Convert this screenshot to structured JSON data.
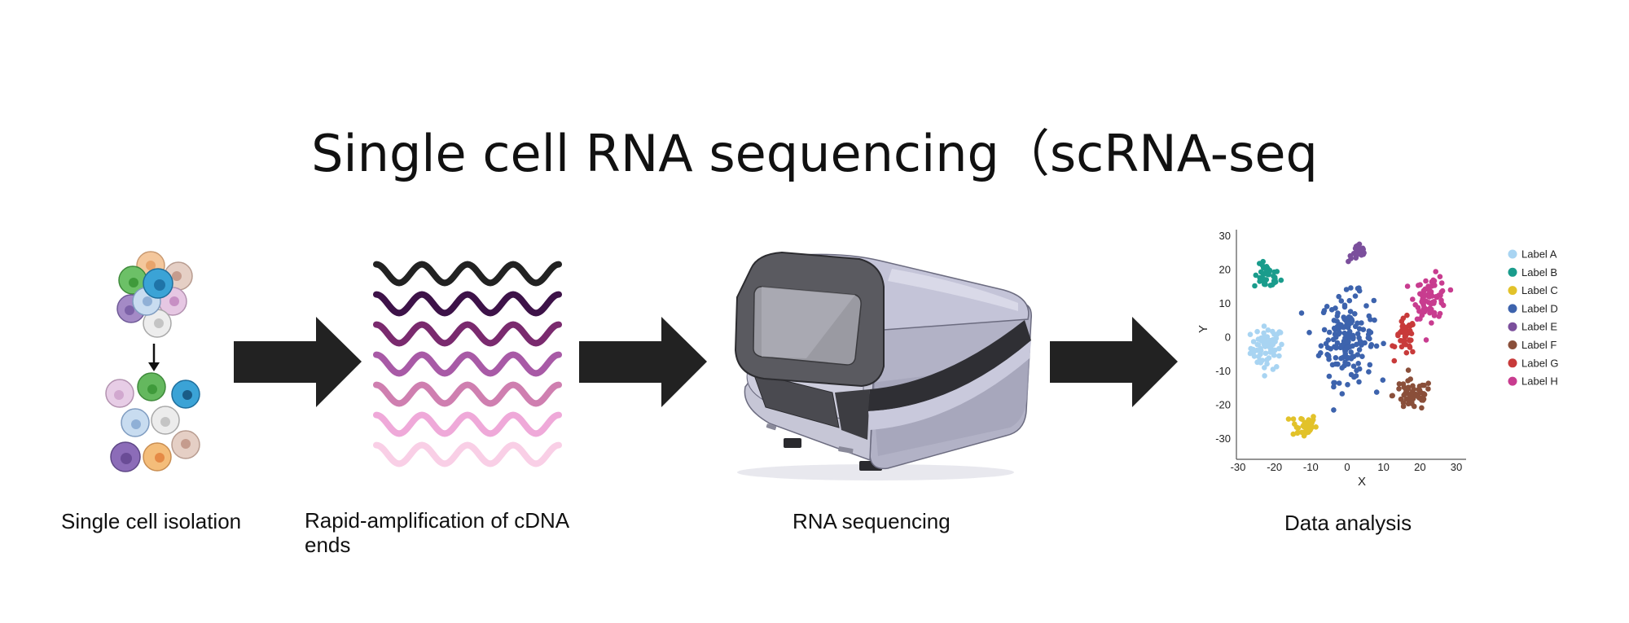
{
  "title": "Single cell RNA sequencing（scRNA-seq",
  "steps": [
    {
      "label": "Single cell isolation",
      "icon": "cell-cluster-icon"
    },
    {
      "label": "Rapid-amplification of cDNA ends",
      "icon": "wave-strands-icon"
    },
    {
      "label": "RNA sequencing",
      "icon": "sequencer-machine-icon"
    },
    {
      "label": "Data analysis",
      "icon": "tsne-scatter-icon"
    }
  ],
  "colors": {
    "arrow": "#222222",
    "wave_strands": [
      "#222222",
      "#3d1248",
      "#7a2a6e",
      "#a85aa6",
      "#cf7fb0",
      "#efa9d9",
      "#f9cfe6"
    ],
    "cells": [
      "#f4bd8a",
      "#d8b6a8",
      "#5fb85a",
      "#2e9ad0",
      "#a98bc9",
      "#b7cfe9",
      "#d9a6d6",
      "#e4e4e4",
      "#e6bfe0",
      "#2a8fc7",
      "#f0a64a",
      "#8c68b4"
    ]
  },
  "chart_data": {
    "type": "scatter",
    "xlabel": "X",
    "ylabel": "Y",
    "xlim": [
      -30,
      30
    ],
    "ylim": [
      -35,
      30
    ],
    "x_ticks": [
      -30,
      -20,
      -10,
      0,
      10,
      20,
      30
    ],
    "y_ticks": [
      30,
      20,
      10,
      0,
      -10,
      -20,
      -30
    ],
    "legend_position": "right",
    "series": [
      {
        "name": "Label A",
        "color": "#a8d4f2",
        "center": [
          -22,
          -3
        ],
        "spread": [
          5,
          7
        ],
        "count": 70
      },
      {
        "name": "Label B",
        "color": "#1a9c8c",
        "center": [
          -22,
          18
        ],
        "spread": [
          4,
          4
        ],
        "count": 40
      },
      {
        "name": "Label C",
        "color": "#e2c22a",
        "center": [
          -12,
          -26
        ],
        "spread": [
          4,
          4
        ],
        "count": 40
      },
      {
        "name": "Label D",
        "color": "#3d63ad",
        "center": [
          0,
          0
        ],
        "spread": [
          8,
          14
        ],
        "count": 170
      },
      {
        "name": "Label E",
        "color": "#7b4f9c",
        "center": [
          3,
          25
        ],
        "spread": [
          3,
          3
        ],
        "count": 25
      },
      {
        "name": "Label F",
        "color": "#8a4f3a",
        "center": [
          18,
          -17
        ],
        "spread": [
          6,
          5
        ],
        "count": 60
      },
      {
        "name": "Label G",
        "color": "#c83a3a",
        "center": [
          16,
          0
        ],
        "spread": [
          3,
          6
        ],
        "count": 40
      },
      {
        "name": "Label H",
        "color": "#c83c8f",
        "center": [
          23,
          12
        ],
        "spread": [
          5,
          7
        ],
        "count": 80
      }
    ]
  }
}
